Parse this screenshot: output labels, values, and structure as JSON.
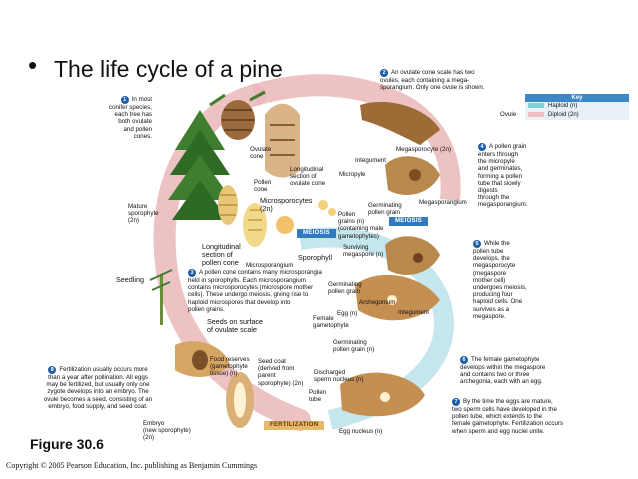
{
  "title": "The life cycle of a pine",
  "figure_label": "Figure 30.6",
  "copyright": "Copyright © 2005 Pearson Education, Inc. publishing as Benjamin Cummings",
  "key": {
    "heading": "Key",
    "haploid": "Haploid (n)",
    "diploid": "Diploid (2n)",
    "haploid_color": "#7fd3d8",
    "diploid_color": "#efc0c2"
  },
  "colors": {
    "diploid_arrow": "#eab7b7",
    "haploid_arrow": "#bfe3ea",
    "step_circle": "#1e5ea8",
    "meiosis_tag": "#2f7bbd",
    "fertilization_tag": "#e8b96a"
  },
  "steps": [
    {
      "n": "1",
      "text": "In most\nconifer species,\neach tree has\nboth ovulate\nand pollen\ncones."
    },
    {
      "n": "2",
      "text": "An ovulate cone scale has two\novules, each containing a mega-\nsporangium. Only one ovule is shown."
    },
    {
      "n": "3",
      "text": "A pollen cone contains many microsporangia\nheld in sporophylls. Each microsporangium\ncontains microsporocytes (microspore mother\ncells). These undergo meiosis, giving rise to\nhaploid microspores that develop into\npollen grains."
    },
    {
      "n": "4",
      "text": "A pollen grain\nenters through\nthe micropyle\nand germinates,\nforming a pollen\ntube that slowly\ndigests\nthrough the\nmegasporangium."
    },
    {
      "n": "5",
      "text": "While the\npollen tube\ndevelops, the\nmegasporocyte\n(megaspore\nmother cell)\nundergoes meiosis,\nproducing four\nhaploid cells. One\nsurvives as a\nmegaspore."
    },
    {
      "n": "6",
      "text": "The female gametophyte\ndevelops within the megaspore\nand contains two or three\narchegonia, each with an egg."
    },
    {
      "n": "7",
      "text": "By the time the eggs are mature,\ntwo sperm cells have developed in the\npollen tube, which extends to the\nfemale gametophyte. Fertilization occurs\nwhen sperm and egg nuclei unite."
    },
    {
      "n": "8",
      "text": "Fertilization usually occurs more\nthan a year after pollination. All eggs\nmay be fertilized, but usually only one\nzygote develops into an embryo. The\novule becomes a seed, consisting of an\nembryo, food supply, and seed coat."
    }
  ],
  "labels": {
    "ovulate_cone": "Ovulate\ncone",
    "pollen_cone": "Pollen\ncone",
    "long_section_ovulate": "Longitudinal\nsection of\novulate cone",
    "ovule": "Ovule",
    "integument": "Integument",
    "micropyle": "Micropyle",
    "megasporocyte": "Megasporocyte (2n)",
    "megasporangium": "Megasporangium",
    "germinating_pollen_grain_top": "Germinating\npollen grain",
    "pollen_grains": "Pollen\ngrains (n)\n(containing male\ngametophytes)",
    "microsporocytes": "Microsporocytes\n(2n)",
    "mature_sporophyte": "Mature\nsporophyte\n(2n)",
    "long_section_pollen": "Longitudinal\nsection of\npollen cone",
    "microsporangium": "Microsporangium",
    "sporophyll": "Sporophyll",
    "surviving_megaspore": "Surviving\nmegaspore (n)",
    "germinating_pollen_grain_mid": "Germinating\npollen grain",
    "archegonium": "Archegonium",
    "egg": "Egg (n)",
    "integument_mid": "Integument",
    "female_gametophyte": "Female\ngametophyte",
    "germinating_pollen_grain_low": "Germinating\npollen grain (n)",
    "seedling": "Seedling",
    "seeds_on_surface": "Seeds on surface\nof ovulate scale",
    "food_reserves": "Food reserves\n(gametophyte\ntissue) (n)",
    "seed_coat": "Seed coat\n(derived from\nparent\nsporophyte) (2n)",
    "discharged_sperm": "Discharged\nsperm nucleus (n)",
    "pollen_tube": "Pollen\ntube",
    "egg_nucleus": "Egg nucleus (n)",
    "embryo": "Embryo\n(new sporophyte)\n(2n)"
  },
  "process_tags": {
    "meiosis_left": "MEIOSIS",
    "meiosis_right": "MEIOSIS",
    "fertilization": "FERTILIZATION"
  }
}
